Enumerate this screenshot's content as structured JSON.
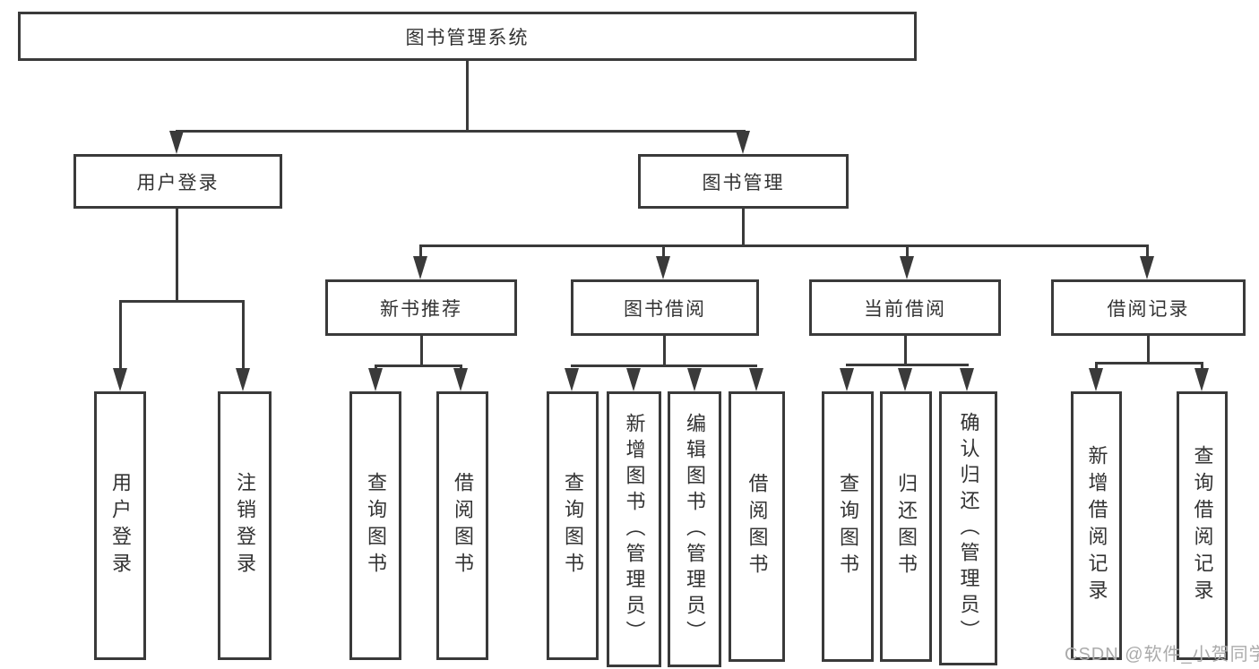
{
  "diagram": {
    "title_node": "图书管理系统",
    "root": {
      "label": "图书管理系统"
    },
    "branches": [
      {
        "label": "用户登录",
        "children": [
          "用户登录",
          "注销登录"
        ]
      },
      {
        "label": "图书管理",
        "sections": [
          {
            "label": "新书推荐",
            "children": [
              "查询图书",
              "借阅图书"
            ]
          },
          {
            "label": "图书借阅",
            "children": [
              "查询图书",
              "新增图书（管理员）",
              "编辑图书（管理员）",
              "借阅图书"
            ]
          },
          {
            "label": "当前借阅",
            "children": [
              "查询图书",
              "归还图书",
              "确认归还（管理员）"
            ]
          },
          {
            "label": "借阅记录",
            "children": [
              "新增借阅记录",
              "查询借阅记录"
            ]
          }
        ]
      }
    ]
  },
  "watermark": {
    "text": "CSDN @软件_小贺同学"
  },
  "colors": {
    "line": "#3a3a3a",
    "text": "#333333",
    "watermark": "#ababab",
    "background": "#ffffff"
  }
}
